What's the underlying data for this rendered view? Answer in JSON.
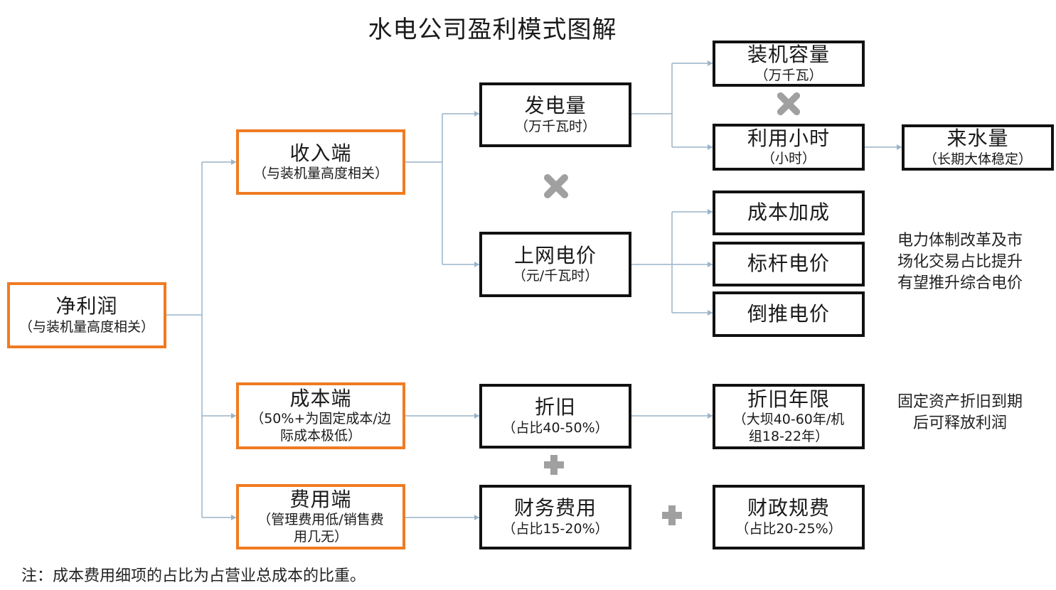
{
  "title": "水电公司盈利模式图解",
  "nodes": {
    "net_profit": {
      "main": "净利润",
      "sub": "（与装机量高度相关）"
    },
    "revenue": {
      "main": "收入端",
      "sub": "（与装机量高度相关）"
    },
    "cost": {
      "main": "成本端",
      "sub1": "（50%+为固定成本/边",
      "sub2": "际成本极低）"
    },
    "expense": {
      "main": "费用端",
      "sub1": "（管理费用低/销售费",
      "sub2": "用几无）"
    },
    "generation": {
      "main": "发电量",
      "sub": "（万千瓦时）"
    },
    "price": {
      "main": "上网电价",
      "sub": "（元/千瓦时）"
    },
    "depreciation": {
      "main": "折旧",
      "sub": "（占比40-50%）"
    },
    "finance_cost": {
      "main": "财务费用",
      "sub": "（占比15-20%）"
    },
    "capacity": {
      "main": "装机容量",
      "sub": "（万千瓦）"
    },
    "utilization": {
      "main": "利用小时",
      "sub": "（小时）"
    },
    "inflow": {
      "main": "来水量",
      "sub": "（长期大体稳定）"
    },
    "cost_plus": {
      "main": "成本加成"
    },
    "benchmark": {
      "main": "标杆电价"
    },
    "reverse": {
      "main": "倒推电价"
    },
    "dep_period": {
      "main": "折旧年限",
      "sub1": "（大坝40-60年/机",
      "sub2": "组18-22年）"
    },
    "fiscal_fee": {
      "main": "财政规费",
      "sub": "（占比20-25%）"
    }
  },
  "notes": {
    "reform": [
      "电力体制改革及市",
      "场化交易占比提升",
      "有望推升综合电价"
    ],
    "dep_expiry": [
      "固定资产折旧到期",
      "后可释放利润"
    ]
  },
  "footnote": "注：成本费用细项的占比为占营业总成本的比重。",
  "operators": {
    "multiply": "multiply-icon",
    "plus": "plus-icon"
  },
  "colors": {
    "orange_border": "#f07b22",
    "black_border": "#111111",
    "connector": "#9ab3c9",
    "operator": "#a0a0a0"
  }
}
